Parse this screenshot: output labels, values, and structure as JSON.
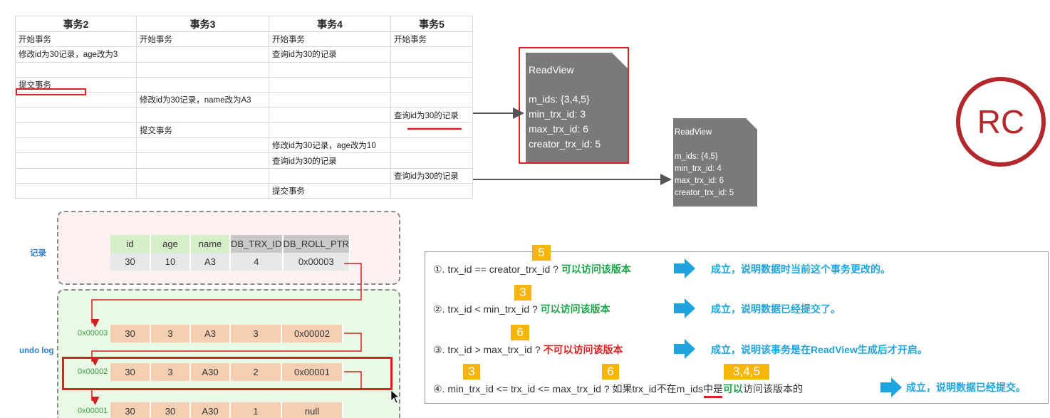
{
  "transactions": {
    "headers": [
      "事务2",
      "事务3",
      "事务4",
      "事务5"
    ],
    "rows": [
      [
        "开始事务",
        "开始事务",
        "开始事务",
        "开始事务"
      ],
      [
        "修改id为30记录，age改为3",
        "",
        "查询id为30的记录",
        ""
      ],
      [
        "",
        "",
        "",
        ""
      ],
      [
        "提交事务",
        "",
        "",
        ""
      ],
      [
        "",
        "修改id为30记录，name改为A3",
        "",
        ""
      ],
      [
        "",
        "",
        "",
        "查询id为30的记录"
      ],
      [
        "",
        "提交事务",
        "",
        ""
      ],
      [
        "",
        "",
        "修改id为30记录，age改为10",
        ""
      ],
      [
        "",
        "",
        "查询id为30的记录",
        ""
      ],
      [
        "",
        "",
        "",
        "查询id为30的记录"
      ],
      [
        "",
        "",
        "提交事务",
        ""
      ]
    ]
  },
  "readviews": [
    {
      "title": "ReadView",
      "m_ids": "m_ids: {3,4,5}",
      "min": "min_trx_id: 3",
      "max": "max_trx_id: 6",
      "creator": "creator_trx_id: 5"
    },
    {
      "title": "ReadView",
      "m_ids": "m_ids: {4,5}",
      "min": "min_trx_id: 4",
      "max": "max_trx_id: 6",
      "creator": "creator_trx_id: 5"
    }
  ],
  "isolation_badge": "RC",
  "record": {
    "label": "记录",
    "headers": [
      "id",
      "age",
      "name",
      "DB_TRX_ID",
      "DB_ROLL_PTR"
    ],
    "row": [
      "30",
      "10",
      "A3",
      "4",
      "0x00003"
    ]
  },
  "undo_log": {
    "label": "undo log",
    "rows": [
      {
        "addr": "0x00003",
        "cells": [
          "30",
          "3",
          "A3",
          "3",
          "0x00002"
        ]
      },
      {
        "addr": "0x00002",
        "cells": [
          "30",
          "3",
          "A30",
          "2",
          "0x00001"
        ]
      },
      {
        "addr": "0x00001",
        "cells": [
          "30",
          "30",
          "A30",
          "1",
          "null"
        ]
      }
    ]
  },
  "rules": [
    {
      "pre": "①. trx_id  == creator_trx_id ? ",
      "verdict": "可以访问该版本",
      "verdict_color": "green",
      "result": "成立，说明数据时当前这个事务更改的。",
      "badge": "5"
    },
    {
      "pre": "②. trx_id < min_trx_id ? ",
      "verdict": "可以访问该版本",
      "verdict_color": "green",
      "result": "成立，说明数据已经提交了。",
      "badge": "3"
    },
    {
      "pre": "③. trx_id > max_trx_id ? ",
      "verdict": "不可以访问该版本",
      "verdict_color": "red",
      "result": "成立，说明该事务是在ReadView生成后才开启。",
      "badge": "6"
    },
    {
      "pre": "④. min_trx_id <= trx_id <= max_trx_id ? 如果trx_id",
      "mid1": "不在",
      "mid2": "m_ids中是",
      "verdict": "可以",
      "post": "访问该版本的",
      "result": "成立，说明数据已经提交。",
      "badges": [
        "3",
        "6",
        "3,4,5"
      ]
    }
  ],
  "colors": {
    "accent_red": "#e02020",
    "badge_yellow": "#f5b50a",
    "result_blue": "#1ea5e0",
    "ok_green": "#18a848",
    "rc_red": "#b3282d"
  }
}
